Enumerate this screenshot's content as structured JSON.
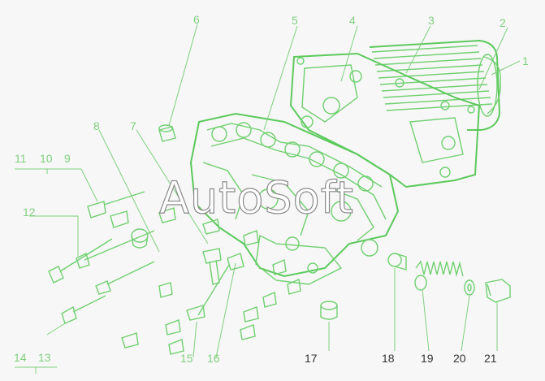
{
  "watermark": "AutoSoft",
  "colors": {
    "linework": "#6fd06f",
    "background": "#f7f7f7",
    "dark_labels": "#333333"
  },
  "callouts": {
    "c1": "1",
    "c2": "2",
    "c3": "3",
    "c4": "4",
    "c5": "5",
    "c6": "6",
    "c7": "7",
    "c8": "8",
    "c9": "9",
    "c10": "10",
    "c11": "11",
    "c12": "12",
    "c13": "13",
    "c14": "14",
    "c15": "15",
    "c16": "16",
    "c17": "17",
    "c18": "18",
    "c19": "19",
    "c20": "20",
    "c21": "21"
  }
}
